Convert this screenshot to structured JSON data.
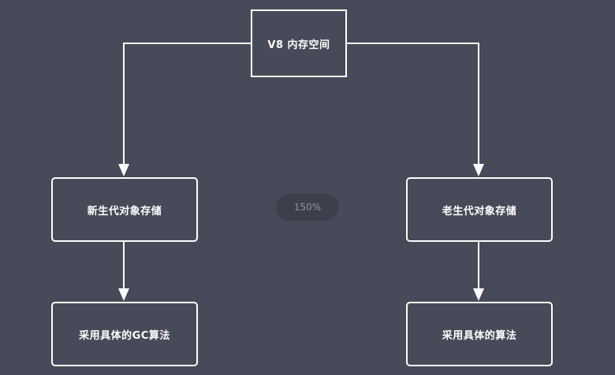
{
  "diagram": {
    "root": {
      "label": "V8 内存空间"
    },
    "left_branch": {
      "storage": {
        "label": "新生代对象存储"
      },
      "algorithm": {
        "label": "采用具体的GC算法"
      }
    },
    "right_branch": {
      "storage": {
        "label": "老生代对象存储"
      },
      "algorithm": {
        "label": "采用具体的算法"
      }
    }
  },
  "viewer": {
    "zoom_level": "150%"
  },
  "colors": {
    "background": "#474a58",
    "stroke": "#ffffff",
    "zoom_badge_bg": "#3d404c",
    "zoom_badge_text": "#8f929c"
  }
}
